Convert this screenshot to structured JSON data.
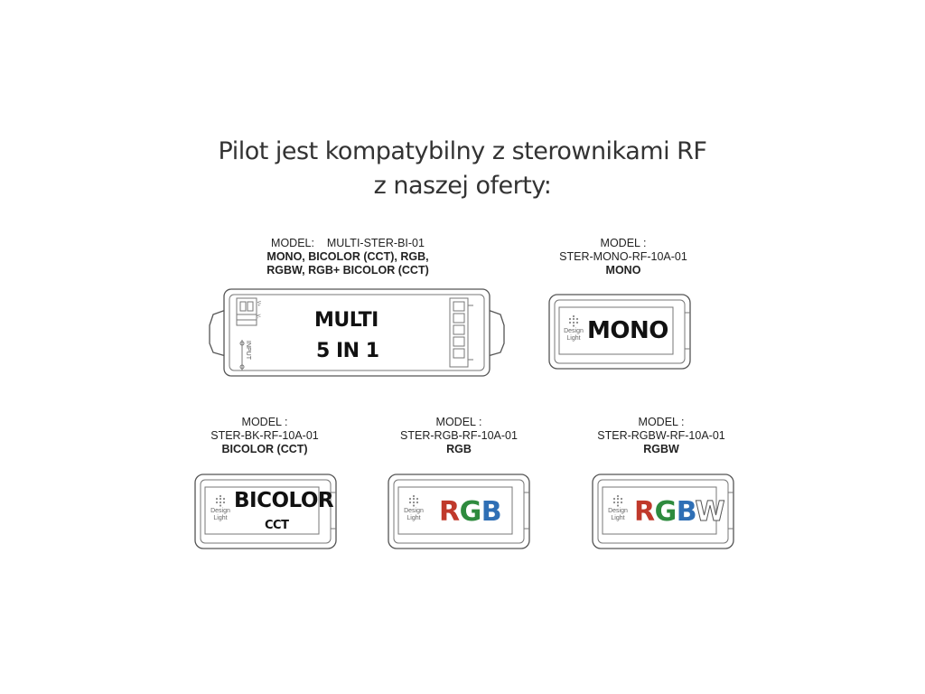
{
  "heading": {
    "line1": "Pilot jest kompatybilny z sterownikami RF",
    "line2": "z naszej oferty:"
  },
  "devices": {
    "multi": {
      "caption_line1": "MODEL:    MULTI-STER-BI-01",
      "caption_line2": "MONO, BICOLOR (CCT), RGB,",
      "caption_line3": "RGBW, RGB+ BICOLOR (CCT)",
      "label_line1": "MULTI",
      "label_line2": "5 IN 1",
      "input_label": "INPUT",
      "terminal_plus": "V+",
      "terminal_minus": "V-"
    },
    "mono": {
      "caption_line1": "MODEL :",
      "caption_line2": "STER-MONO-RF-10A-01",
      "caption_line3": "MONO",
      "label": "MONO"
    },
    "bicolor": {
      "caption_line1": "MODEL :",
      "caption_line2": "STER-BK-RF-10A-01",
      "caption_line3": "BICOLOR (CCT)",
      "label": "BICOLOR",
      "sublabel": "CCT"
    },
    "rgb": {
      "caption_line1": "MODEL :",
      "caption_line2": "STER-RGB-RF-10A-01",
      "caption_line3": "RGB",
      "label_r": "R",
      "label_g": "G",
      "label_b": "B"
    },
    "rgbw": {
      "caption_line1": "MODEL :",
      "caption_line2": "STER-RGBW-RF-10A-01",
      "caption_line3": "RGBW",
      "label_r": "R",
      "label_g": "G",
      "label_b": "B",
      "label_w": "W"
    }
  },
  "logo": {
    "line1": "Design",
    "line2": "Light"
  },
  "colors": {
    "red": "#c0392b",
    "green": "#2e8b3e",
    "blue": "#2f6fb5",
    "white_letter": "#ffffff"
  }
}
